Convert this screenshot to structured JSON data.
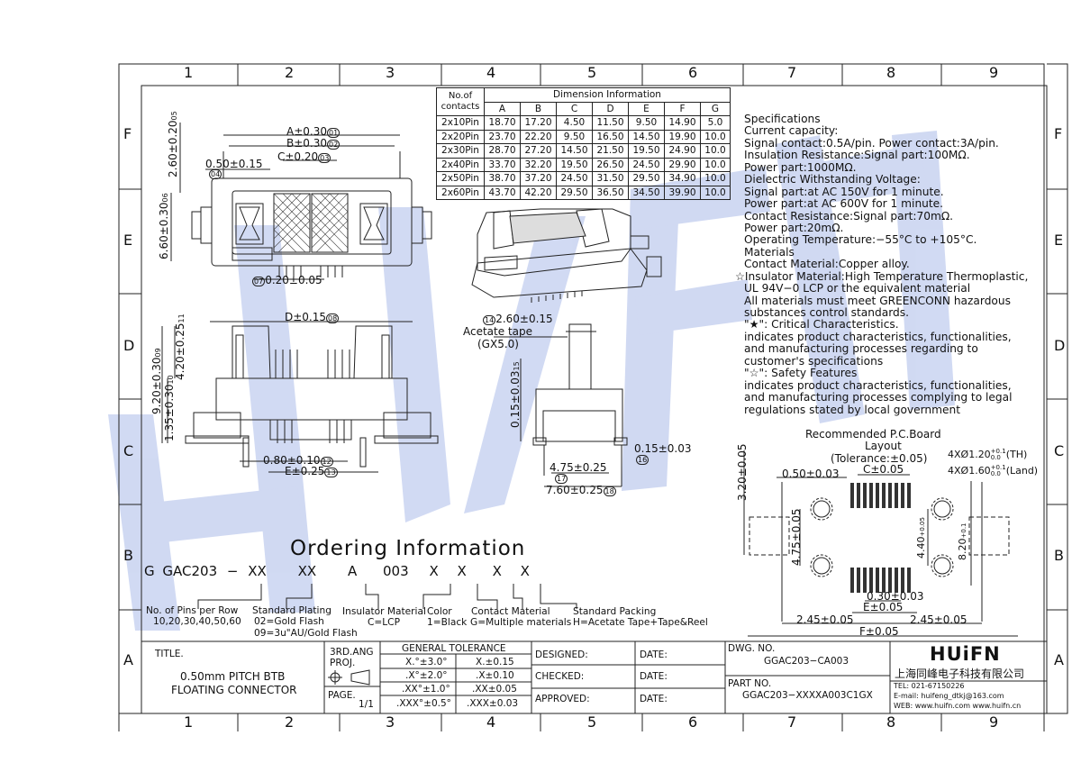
{
  "grid": {
    "cols": [
      "1",
      "2",
      "3",
      "4",
      "5",
      "6",
      "7",
      "8",
      "9"
    ],
    "rows": [
      "F",
      "E",
      "D",
      "C",
      "B",
      "A"
    ]
  },
  "watermark": "HUIFN",
  "dimension_table": {
    "header_contacts": "No.of contacts",
    "header_group": "Dimension Information",
    "columns": [
      "A",
      "B",
      "C",
      "D",
      "E",
      "F",
      "G"
    ],
    "rows": [
      {
        "label": "2x10Pin",
        "cells": [
          "18.70",
          "17.20",
          "4.50",
          "11.50",
          "9.50",
          "14.90",
          "5.0"
        ]
      },
      {
        "label": "2x20Pin",
        "cells": [
          "23.70",
          "22.20",
          "9.50",
          "16.50",
          "14.50",
          "19.90",
          "10.0"
        ]
      },
      {
        "label": "2x30Pin",
        "cells": [
          "28.70",
          "27.20",
          "14.50",
          "21.50",
          "19.50",
          "24.90",
          "10.0"
        ]
      },
      {
        "label": "2x40Pin",
        "cells": [
          "33.70",
          "32.20",
          "19.50",
          "26.50",
          "24.50",
          "29.90",
          "10.0"
        ]
      },
      {
        "label": "2x50Pin",
        "cells": [
          "38.70",
          "37.20",
          "24.50",
          "31.50",
          "29.50",
          "34.90",
          "10.0"
        ]
      },
      {
        "label": "2x60Pin",
        "cells": [
          "43.70",
          "42.20",
          "29.50",
          "36.50",
          "34.50",
          "39.90",
          "10.0"
        ]
      }
    ]
  },
  "specs": [
    "Specifications",
    "Current capacity:",
    "Signal contact:0.5A/pin. Power contact:3A/pin.",
    "Insulation Resistance:Signal part:100MΩ.",
    "Power part:1000MΩ.",
    "Dielectric Withstanding Voltage:",
    "Signal part:at AC 150V for 1 minute.",
    "Power part:at AC 600V for 1 minute.",
    "Contact Resistance:Signal part:70mΩ.",
    "Power part:20mΩ.",
    "Operating Temperature:−55°C to +105°C.",
    "Materials",
    "Contact Material:Copper alloy.",
    "☆Insulator Material:High Temperature Thermoplastic,",
    "UL 94V−0 LCP or the equivalent material",
    "All materials must meet GREENCONN hazardous",
    "substances control standards.",
    "\"★\": Critical Characteristics.",
    "indicates product characteristics, functionalities,",
    "and manufacturing processes regarding to",
    "customer's specifications",
    "\"☆\": Safety Features",
    "indicates product characteristics, functionalities,",
    "and manufacturing processes complying to legal",
    "regulations stated by local government"
  ],
  "pcb": {
    "title1": "Recommended P.C.Board",
    "title2": "Layout",
    "title3": "(Tolerance:±0.05)",
    "th": "4XØ1.20",
    "th_suffix": "(TH)",
    "land": "4XØ1.60",
    "land_suffix": "(Land)",
    "tol_plus": "+0.1",
    "tol_zero": "0.0",
    "d_050": "0.50±0.03",
    "d_c": "C±0.05",
    "d_320": "3.20±0.05",
    "d_475": "4.75±0.05",
    "d_440": "4.40",
    "d_440_tol_a": "+0.05",
    "d_440_tol_b": "0.1",
    "d_820": "8.20",
    "d_820_tol_a": "+0.1",
    "d_820_tol_b": "0.0",
    "d_030": "0.30±0.03",
    "d_e": "E±0.05",
    "d_245a": "2.45±0.05",
    "d_245b": "2.45±0.05",
    "d_f": "F±0.05"
  },
  "top_view": {
    "d_a": "A±0.30",
    "n_a": "01",
    "d_b": "B±0.30",
    "n_b": "02",
    "d_c": "C±0.20",
    "n_c": "03",
    "d_050": "0.50±0.15",
    "n_050": "04",
    "d_260": "2.60±0.20",
    "n_260": "05",
    "d_660": "6.60±0.30",
    "n_660": "06",
    "d_020": "0.20±0.05",
    "n_020": "07"
  },
  "front_view": {
    "d_d": "D±0.15",
    "n_d": "08",
    "d_920": "9.20±0.30",
    "n_920": "09",
    "d_420": "4.20±0.25",
    "n_420": "11",
    "d_135": "1.35±0.30",
    "n_135": "10",
    "d_080": "0.80±0.10",
    "n_080": "12",
    "d_e": "E±0.25",
    "n_e": "13"
  },
  "side_view": {
    "d_260": "2.60±0.15",
    "n_260": "14",
    "tape1": "Acetate tape",
    "tape2": "(GX5.0)",
    "d_015": "0.15±0.03",
    "n_015": "15",
    "d_015b": "0.15±0.03",
    "n_015b": "16",
    "d_475": "4.75±0.25",
    "n_475": "17",
    "d_760": "7.60±0.25",
    "n_760": "18"
  },
  "ordering": {
    "title": "Ordering Information",
    "code": [
      "G",
      "GAC203",
      "−",
      "XX",
      "XX",
      "A",
      "003",
      "X",
      "X",
      "X",
      "X"
    ],
    "pins_label": "No. of Pins per Row",
    "pins_values": "10,20,30,40,50,60",
    "plating_label": "Standard Plating",
    "plating_02": "02=Gold Flash",
    "plating_09": "09=3u\"AU/Gold Flash",
    "insulator_label": "Insulator Material",
    "insulator_value": "C=LCP",
    "color_label": "Color",
    "color_value": "1=Black",
    "contact_label": "Contact Material",
    "contact_value": "G=Multiple materials",
    "packing_label": "Standard Packing",
    "packing_value": "H=Acetate Tape+Tape&Reel"
  },
  "title_block": {
    "title_label": "TITLE.",
    "title_line1": "0.50mm PITCH BTB",
    "title_line2": "FLOATING CONNECTOR",
    "proj_label1": "3RD.ANG",
    "proj_label2": "PROJ.",
    "page_label": "PAGE.",
    "page_value": "1/1",
    "tol_header": "GENERAL TOLERANCE",
    "tol_rows": [
      [
        "X.°±3.0°",
        "X.±0.15"
      ],
      [
        ".X°±2.0°",
        ".X±0.10"
      ],
      [
        ".XX°±1.0°",
        ".XX±0.05"
      ],
      [
        ".XXX°±0.5°",
        ".XXX±0.03"
      ]
    ],
    "designed": "DESIGNED:",
    "checked": "CHECKED:",
    "approved": "APPROVED:",
    "date": "DATE:",
    "dwg_label": "DWG. NO.",
    "dwg_value": "GGAC203−CA003",
    "part_label": "PART NO.",
    "part_value": "GGAC203−XXXXA003C1GX",
    "brand": "HUiFN",
    "company": "上海同峰电子科技有限公司",
    "tel": "TEL: 021-67150226",
    "email": "E-mail: huifeng_dtkj@163.com",
    "web": "WEB: www.huifn.com  www.huifn.cn"
  }
}
